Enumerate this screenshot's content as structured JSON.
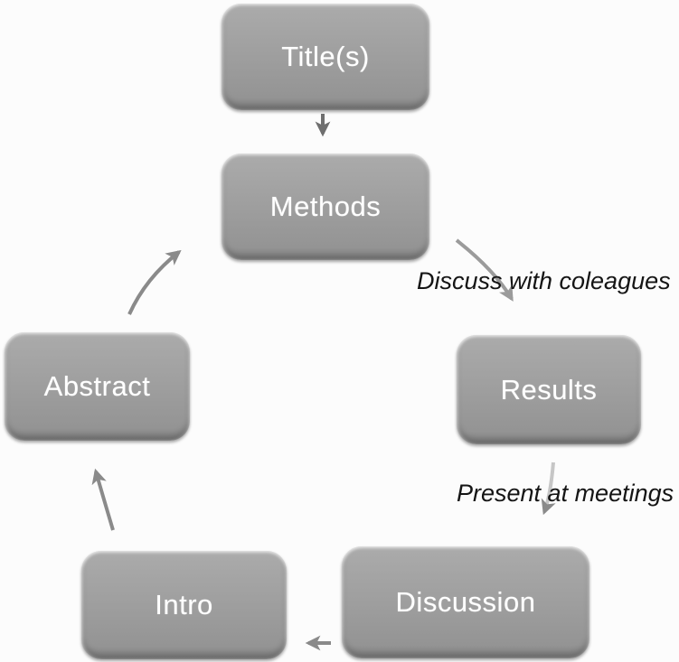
{
  "diagram": {
    "description": "Manuscript writing cycle flowchart",
    "nodes": {
      "title": {
        "label": "Title(s)"
      },
      "methods": {
        "label": "Methods"
      },
      "results": {
        "label": "Results"
      },
      "discussion": {
        "label": "Discussion"
      },
      "intro": {
        "label": "Intro"
      },
      "abstract": {
        "label": "Abstract"
      }
    },
    "annotations": {
      "discuss": "Discuss with coleagues",
      "present": "Present at meetings"
    },
    "edges": [
      {
        "from": "Title(s)",
        "to": "Methods",
        "label": ""
      },
      {
        "from": "Methods",
        "to": "Results",
        "label": "Discuss with coleagues"
      },
      {
        "from": "Results",
        "to": "Discussion",
        "label": "Present at meetings"
      },
      {
        "from": "Discussion",
        "to": "Intro",
        "label": ""
      },
      {
        "from": "Intro",
        "to": "Abstract",
        "label": ""
      },
      {
        "from": "Abstract",
        "to": "Methods",
        "label": ""
      }
    ],
    "colors": {
      "node_fill": "#9d9d9d",
      "node_text": "#ffffff",
      "annotation_text": "#151515",
      "arrow_dark": "#6f6f6f",
      "arrow_mid": "#8a8a8a",
      "arrow_soft": "#9b9b9b",
      "arrow_faded": "#c6c6c6",
      "background": "#fcfcfc"
    }
  }
}
